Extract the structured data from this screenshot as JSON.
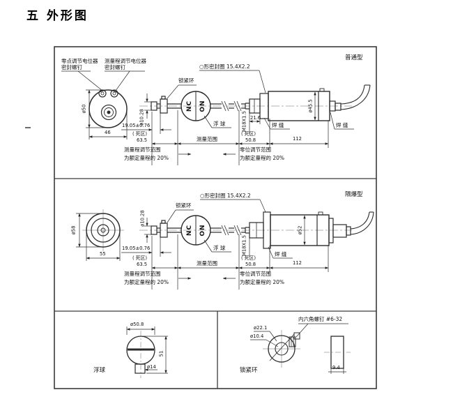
{
  "title": "五 外形图",
  "standard": {
    "type_label": "普通型",
    "zero_pot_label_1": "零点调节电位器",
    "zero_pot_label_2": "密封螺钉",
    "span_pot_label_1": "测量程调节电位器",
    "span_pot_label_2": "密封螺钉",
    "oring_label": "○形密封圈 15.4X2.2",
    "lock_ring_label": "锁紧环",
    "nc": "NC",
    "on": "ON",
    "float_label": "浮 球",
    "weld_label_1": "焊 缝",
    "weld_label_2": "焊 缝",
    "dia_housing": "ø50",
    "housing_width": "46",
    "dia_rod": "ø10.28",
    "float_travel": "19.05±0.76",
    "dead_zone_label_left": "( 死区)",
    "dead_zone_left": "63.5",
    "range_label": "测量范围",
    "dead_zone_label_right": "( 死区)",
    "dead_zone_right": "50.8",
    "hex_width": "21.6",
    "thread": "M18X1.5",
    "dia_body": "ø45.5",
    "body_length": "112",
    "span_note_1": "测量程调节范围",
    "span_note_2": "为额定量程的 20%",
    "zero_note_1": "零位调节范围",
    "zero_note_2": "为额定量程的 20%"
  },
  "explosion": {
    "type_label": "隔爆型",
    "oring_label": "○形密封圈 15.4X2.2",
    "lock_ring_label": "锁紧环",
    "nc": "NC",
    "on": "ON",
    "float_label": "浮 球",
    "weld_label_1": "焊 缝",
    "dia_housing": "ø58",
    "housing_width": "55",
    "dia_rod": "ø10.28",
    "float_travel": "19.05±0.76",
    "dead_zone_label_left": "( 死区)",
    "dead_zone_left": "63.5",
    "range_label": "测量范围",
    "dead_zone_label_right": "( 死区)",
    "dead_zone_right": "50.8",
    "thread": "M18X1.5",
    "dia_body": "ø52",
    "body_length": "112",
    "span_note_1": "测量程调节范围",
    "span_note_2": "为额定量程的 20%",
    "zero_note_1": "零位调节范围",
    "zero_note_2": "为额定量程的 20%"
  },
  "float_detail": {
    "dia": "ø50.8",
    "height": "51",
    "stem_dia": "ø14",
    "label": "浮球"
  },
  "lock_ring_detail": {
    "label": "锁紧环",
    "screw_label": "内六角螺钉 #6-32",
    "outer_dia": "ø22.1",
    "inner_dia": "ø10.4",
    "thickness": "9.4"
  }
}
